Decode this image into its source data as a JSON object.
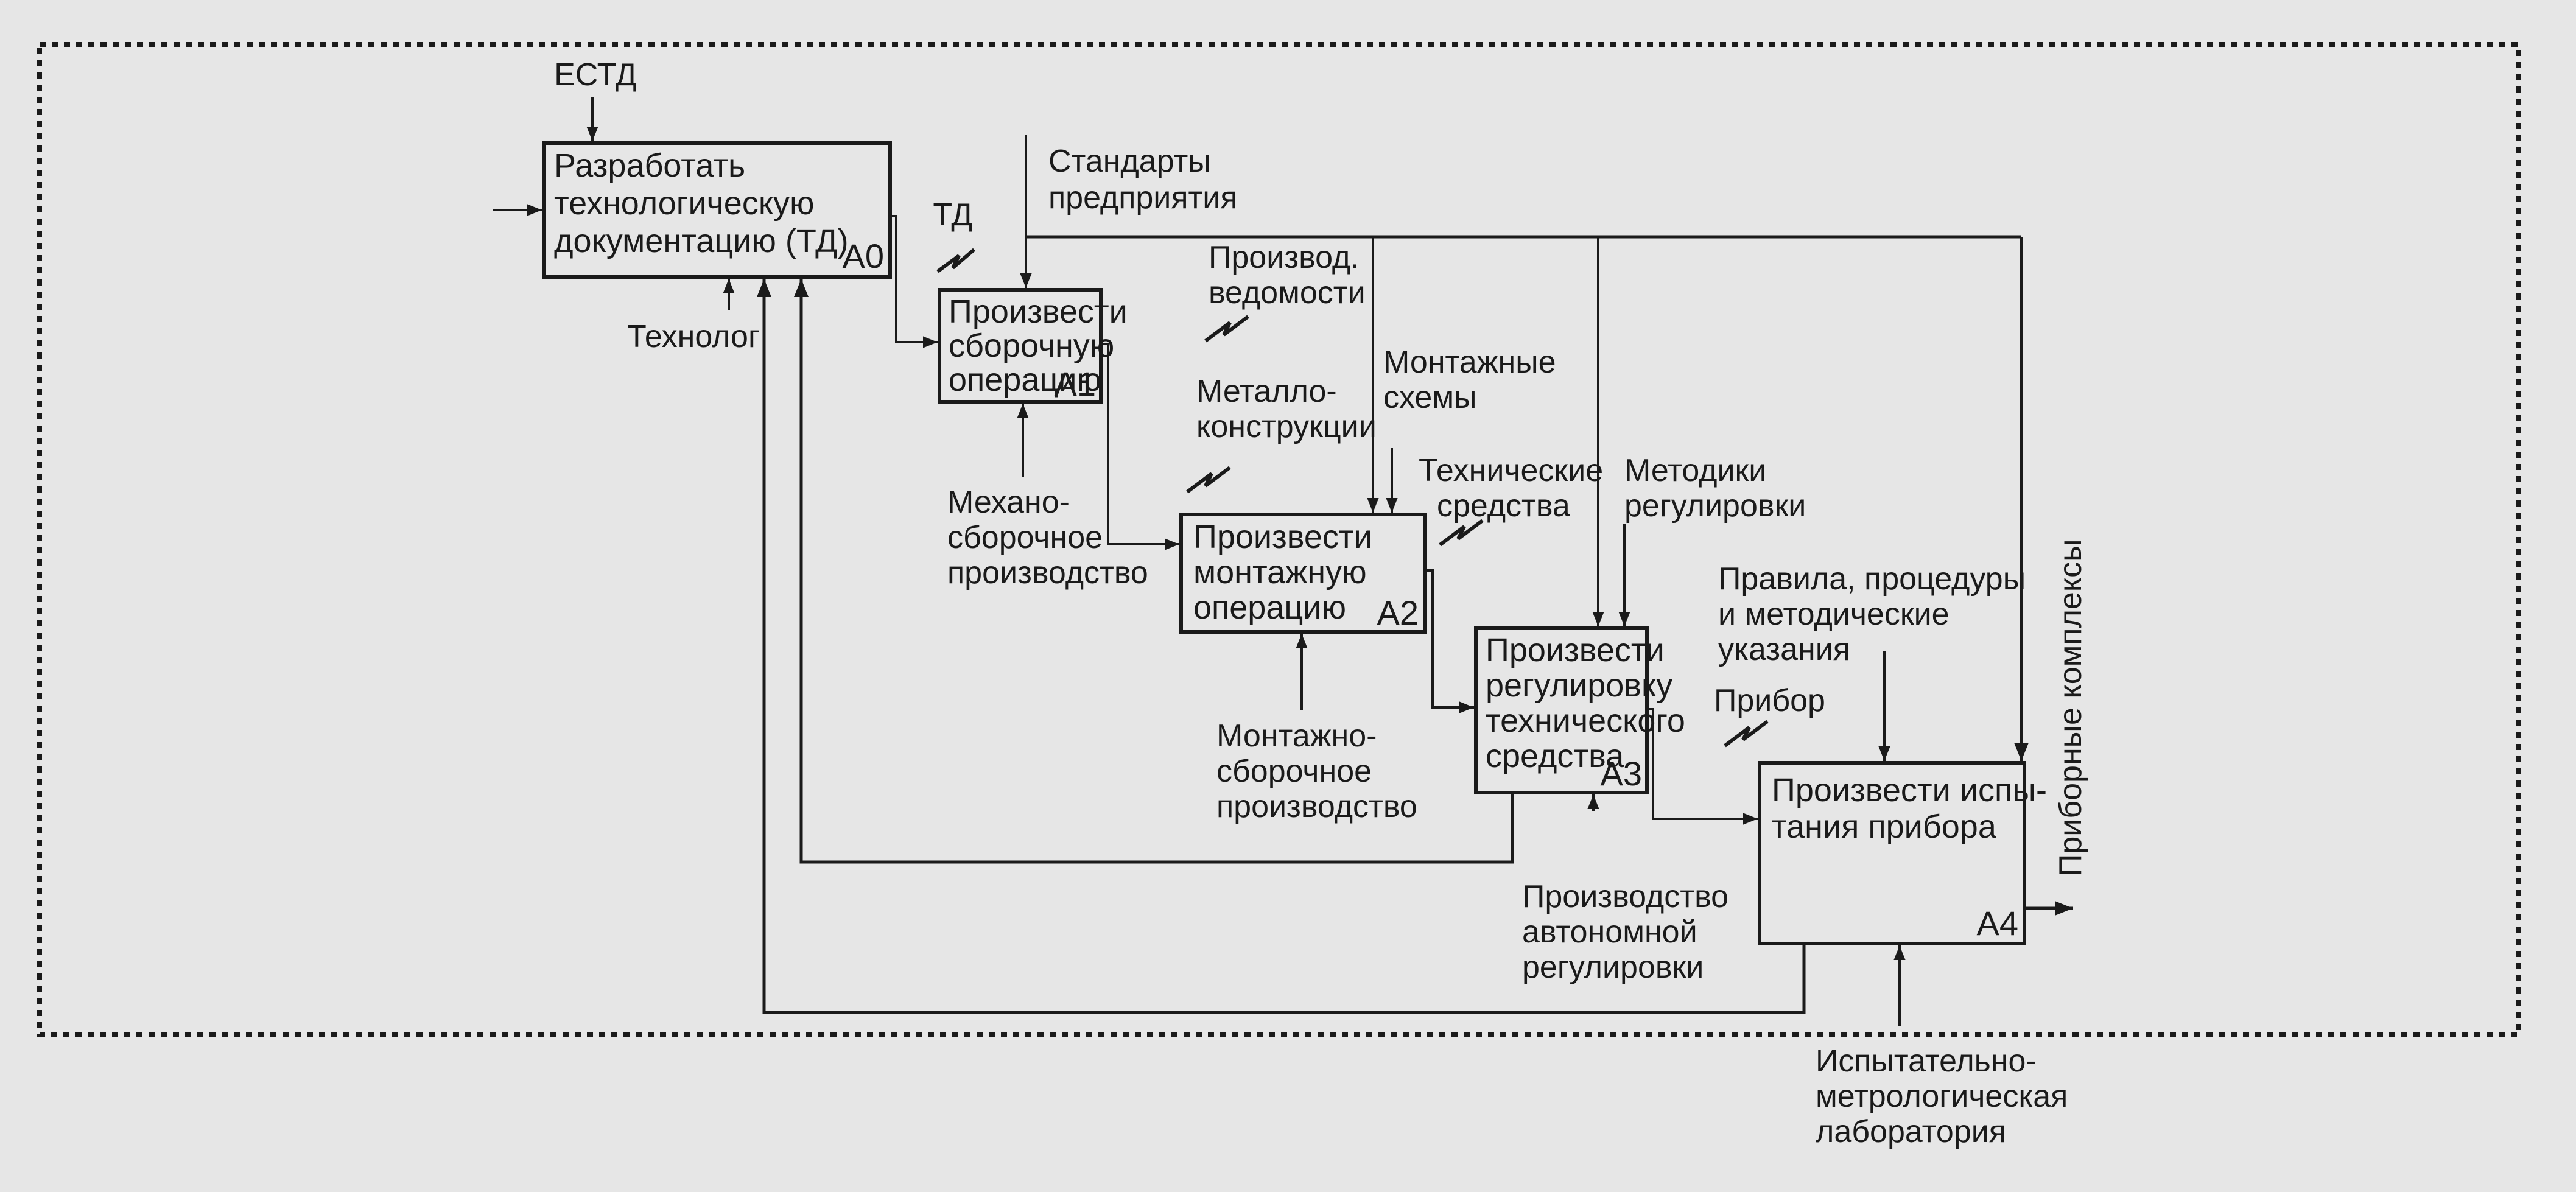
{
  "diagram": {
    "type": "IDEF0 decomposition",
    "colors": {
      "background": "#e6e6e6",
      "ink": "#1a1a1a"
    },
    "boxes": [
      {
        "id": "A0",
        "code": "A0",
        "lines": [
          "Разработать",
          "технологическую",
          "документацию (ТД)"
        ]
      },
      {
        "id": "A1",
        "code": "A1",
        "lines": [
          "Произвести",
          "сборочную",
          "операцию"
        ]
      },
      {
        "id": "A2",
        "code": "A2",
        "lines": [
          "Произвести",
          "монтажную",
          "операцию"
        ]
      },
      {
        "id": "A3",
        "code": "A3",
        "lines": [
          "Произвести",
          "регулировку",
          "технического",
          "средства"
        ]
      },
      {
        "id": "A4",
        "code": "A4",
        "lines": [
          "Произвести испы-",
          "тания прибора"
        ]
      }
    ],
    "labels": {
      "estd": [
        "ЕСТД"
      ],
      "td": [
        "ТД"
      ],
      "standards": [
        "Стандарты",
        "предприятия"
      ],
      "prod_sheets": [
        "Производ.",
        "ведомости"
      ],
      "mount_schemes": [
        "Монтажные",
        "схемы"
      ],
      "metal": [
        "Металло-",
        "конструкции"
      ],
      "tech_means": [
        "Технические",
        "средства"
      ],
      "methods": [
        "Методики",
        "регулировки"
      ],
      "rules": [
        "Правила, процедуры",
        "и методические",
        "указания"
      ],
      "device": [
        "Прибор"
      ],
      "technologist": [
        "Технолог"
      ],
      "mech_assembly": [
        "Механо-",
        "сборочное",
        "производство"
      ],
      "mount_assembly": [
        "Монтажно-",
        "сборочное",
        "производство"
      ],
      "autonomous": [
        "Производство",
        "автономной",
        "регулировки"
      ],
      "lab": [
        "Испытательно-",
        "метрологическая",
        "лаборатория"
      ],
      "output": [
        "Приборные комплексы"
      ]
    }
  }
}
